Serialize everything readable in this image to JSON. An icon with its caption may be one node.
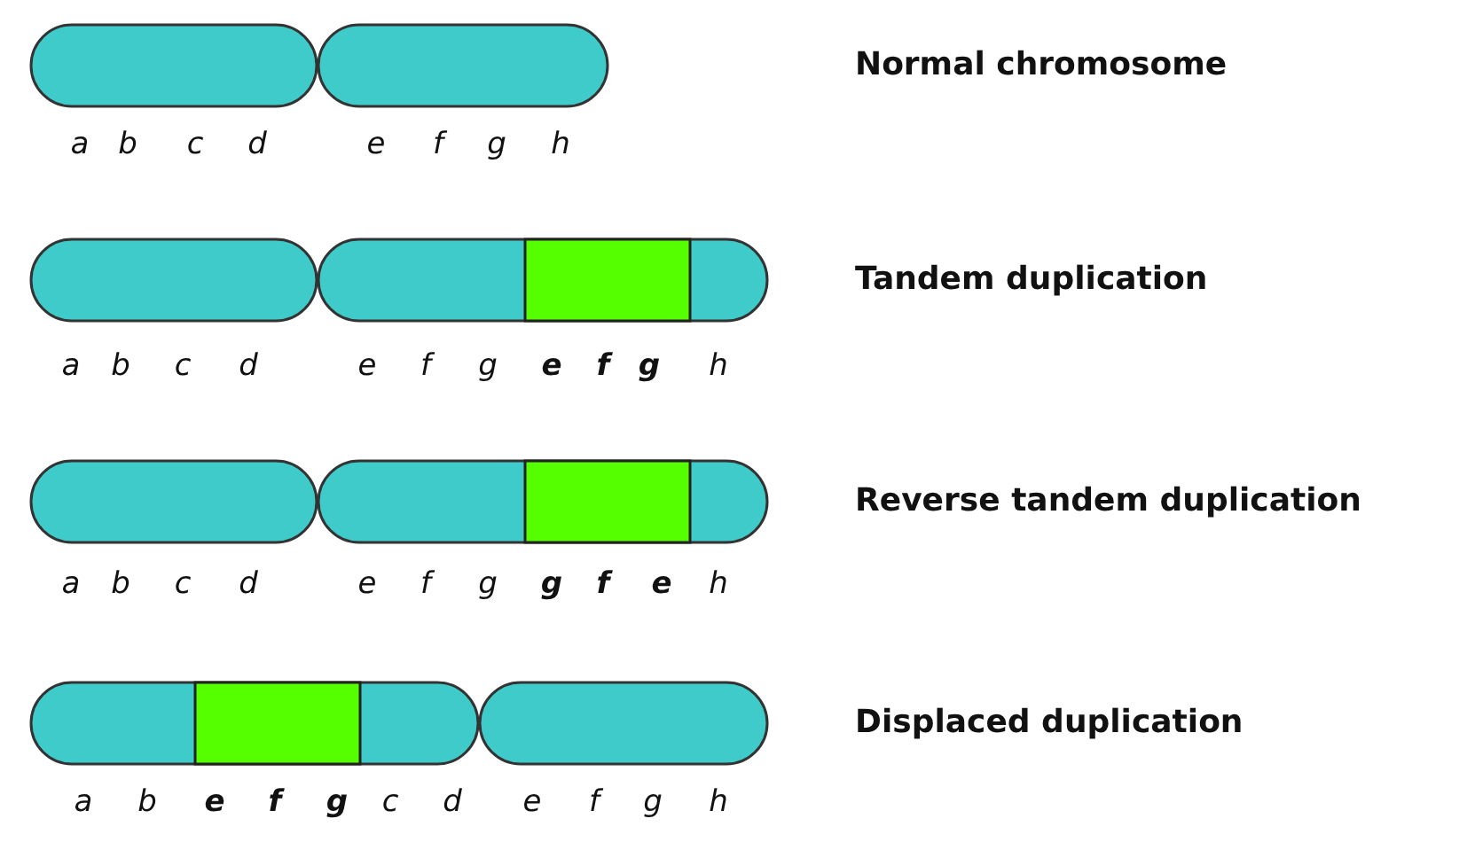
{
  "diagram": {
    "labels": [
      "Normal chromosome",
      "a",
      "b",
      "c",
      "d",
      "e",
      "f",
      "g",
      "h",
      "Tandem duplication",
      "a",
      "b",
      "c",
      "d",
      "e",
      "f",
      "g",
      "e",
      "f",
      "g",
      "h",
      "Reverse tandem duplication",
      "a",
      "b",
      "c",
      "d",
      "e",
      "f",
      "g",
      "g",
      "f",
      "e",
      "h",
      "Displaced duplication",
      "a",
      "b",
      "e",
      "f",
      "g",
      "c",
      "d",
      "e",
      "f",
      "g",
      "h"
    ]
  }
}
